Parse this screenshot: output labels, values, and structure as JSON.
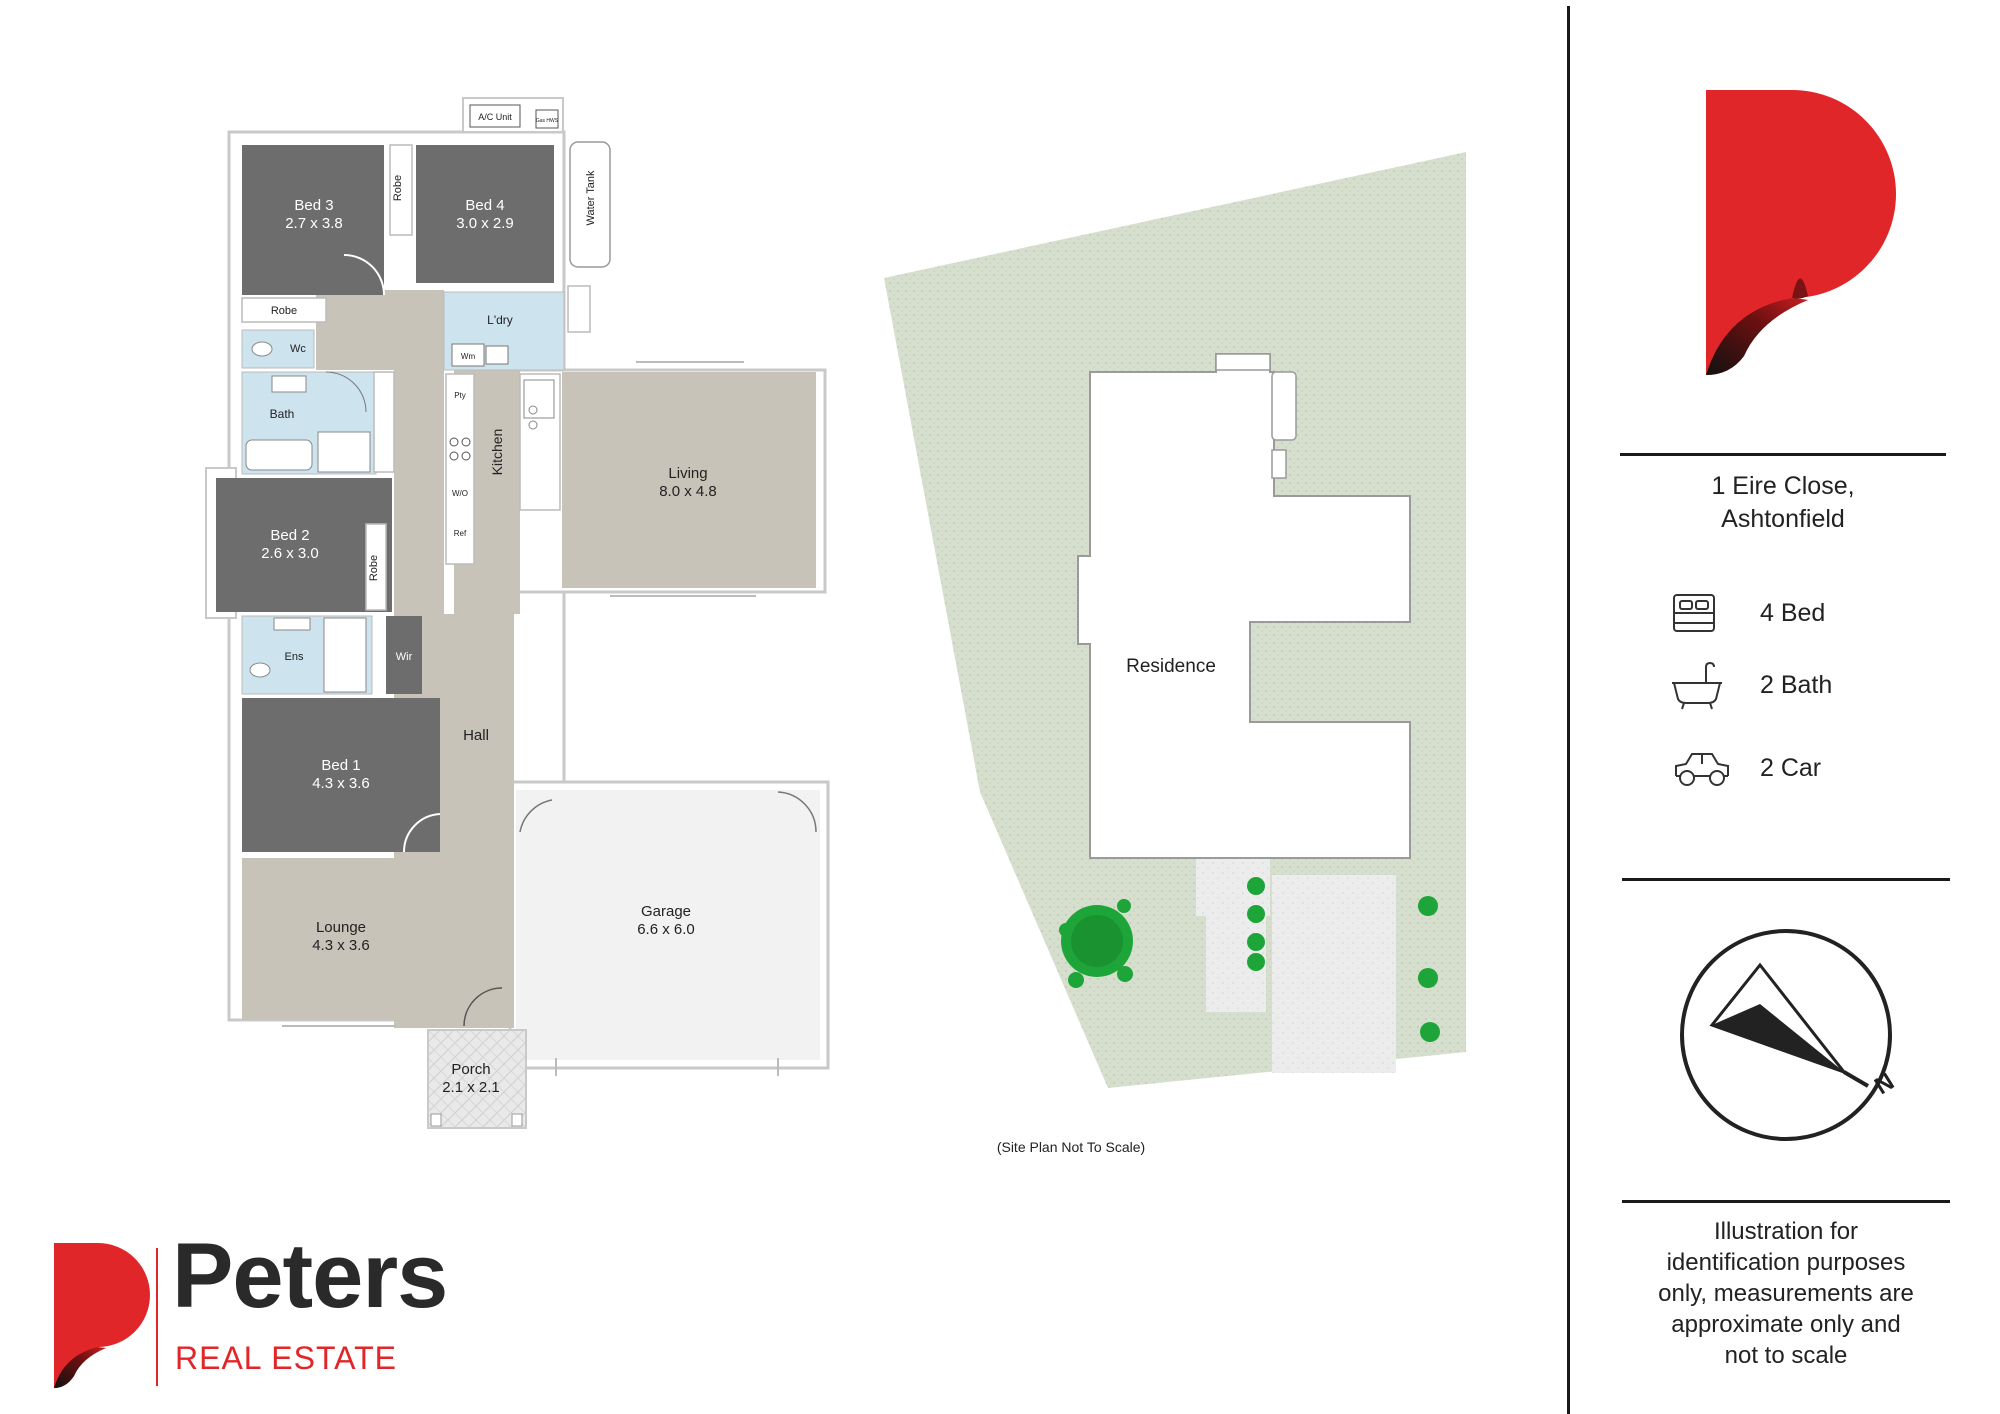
{
  "floor_plan": {
    "rooms": {
      "bed3": {
        "name": "Bed 3",
        "size": "2.7 x 3.8"
      },
      "bed4": {
        "name": "Bed 4",
        "size": "3.0 x 2.9"
      },
      "bed2": {
        "name": "Bed 2",
        "size": "2.6 x 3.0"
      },
      "bed1": {
        "name": "Bed 1",
        "size": "4.3 x 3.6"
      },
      "lounge": {
        "name": "Lounge",
        "size": "4.3 x 3.6"
      },
      "living": {
        "name": "Living",
        "size": "8.0 x 4.8"
      },
      "garage": {
        "name": "Garage",
        "size": "6.6 x 6.0"
      },
      "porch": {
        "name": "Porch",
        "size": "2.1 x 2.1"
      }
    },
    "labels": {
      "ac_unit": "A/C Unit",
      "gas_hws": "Gas HWS",
      "water_tank": "Water Tank",
      "robe": "Robe",
      "laundry": "L'dry",
      "wc": "Wc",
      "wm": "Wm",
      "bath": "Bath",
      "pantry": "Pty",
      "kitchen": "Kitchen",
      "wall_oven": "W/O",
      "fridge": "Ref",
      "ensuite": "Ens",
      "wir": "Wir",
      "hall": "Hall"
    }
  },
  "site_plan": {
    "residence_label": "Residence",
    "note": "(Site Plan Not To Scale)"
  },
  "sidebar": {
    "address_line1": "1 Eire Close,",
    "address_line2": "Ashtonfield",
    "features": [
      {
        "icon": "bed-icon",
        "label": "4 Bed"
      },
      {
        "icon": "bathtub-icon",
        "label": "2 Bath"
      },
      {
        "icon": "car-icon",
        "label": "2 Car"
      }
    ],
    "compass_label": "N",
    "disclaimer": "Illustration for identification purposes only, measurements are approximate only and not to scale"
  },
  "brand": {
    "name": "Peters",
    "tagline": "REAL ESTATE",
    "red": "#e1262a",
    "dark": "#1f1f1f"
  },
  "colors": {
    "bedroom": "#6d6d6d",
    "living": "#c8c3b8",
    "wet": "#cde3ee",
    "garage": "#f2f2f2",
    "lawn": "#d5dfcd"
  }
}
